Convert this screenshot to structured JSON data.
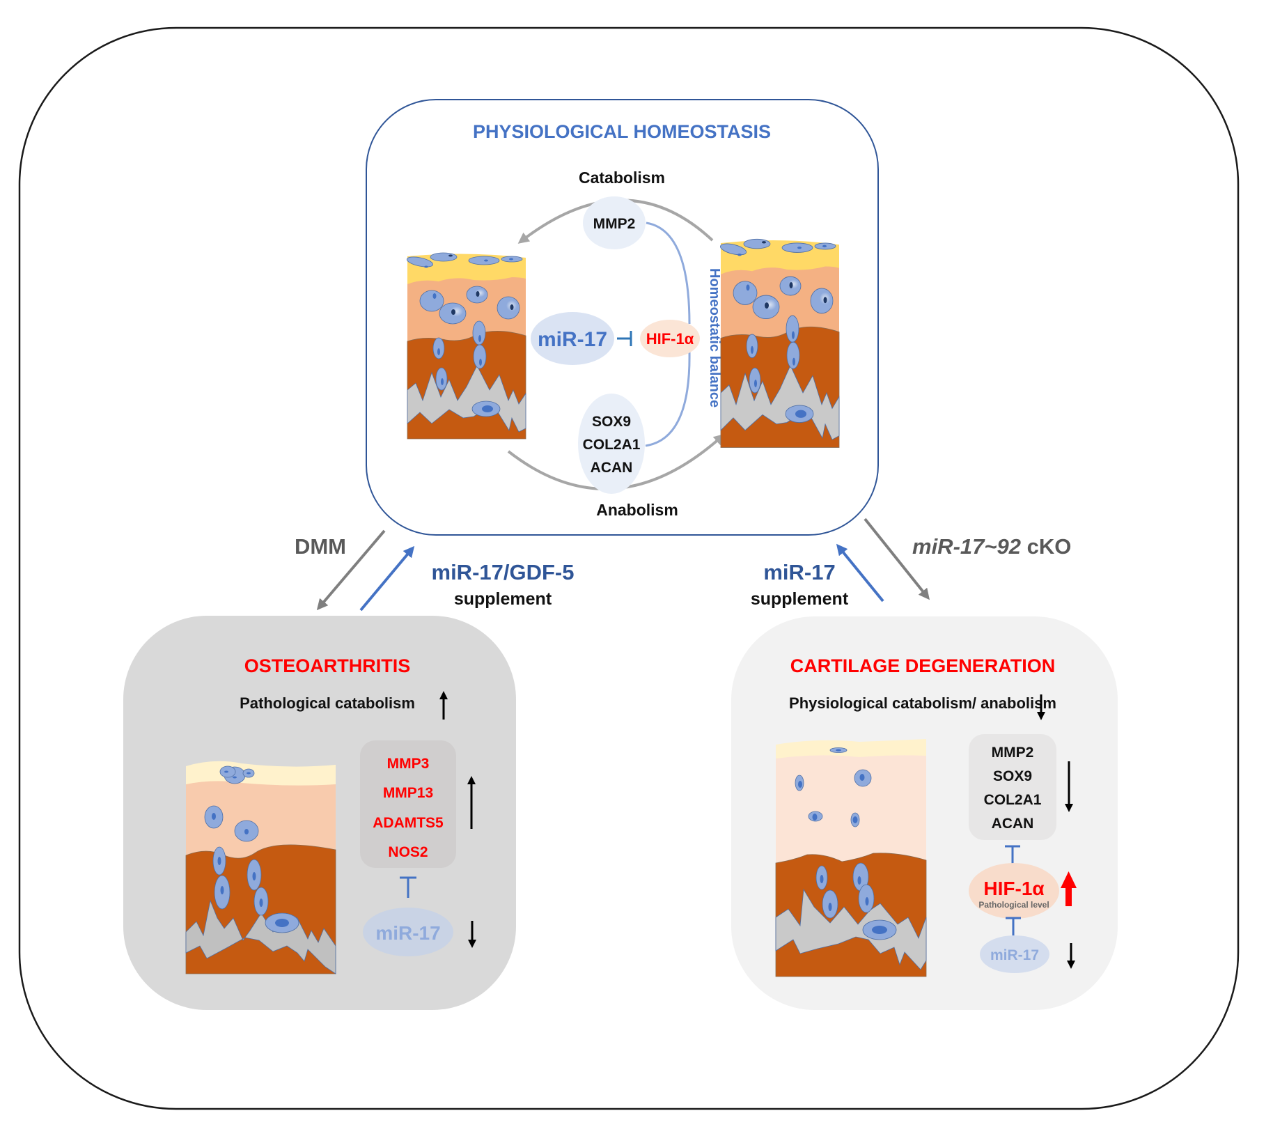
{
  "figure": {
    "colors": {
      "outer_border": "#1a1a1a",
      "homeostasis_border": "#2F5597",
      "oa_box_fill": "#D9D9D9",
      "cd_box_fill": "#F2F2F2",
      "accent_blue": "#4472C4",
      "accent_red": "#FF0000",
      "arrow_gray": "#7F7F7F",
      "mirna_fill": "#DAE3F3",
      "hif_fill": "#FBE5D6",
      "cell_fill": "#8FAADC",
      "nucleus_fill": "#4472C4"
    }
  },
  "homeostasis": {
    "title": "PHYSIOLOGICAL HOMEOSTASIS",
    "catabolism_label": "Catabolism",
    "anabolism_label": "Anabolism",
    "catabolic_gene": "MMP2",
    "anabolic_genes": [
      "SOX9",
      "COL2A1",
      "ACAN"
    ],
    "mirna": "miR-17",
    "target": "HIF-1α",
    "balance_label": "Homeostatic balance"
  },
  "transitions": {
    "left_down": "DMM",
    "left_up_line1": "miR-17/GDF-5",
    "left_up_line2": "supplement",
    "right_down": "miR-17~92 cKO",
    "right_down_italic": "miR-17~92",
    "right_down_suffix": " cKO",
    "right_up_line1": "miR-17",
    "right_up_line2": "supplement"
  },
  "osteoarthritis": {
    "title": "OSTEOARTHRITIS",
    "subtitle": "Pathological catabolism",
    "subtitle_trend": "up",
    "genes": [
      "MMP3",
      "MMP13",
      "ADAMTS5",
      "NOS2"
    ],
    "genes_trend": "up",
    "mirna": "miR-17",
    "mirna_trend": "down"
  },
  "cartilage_degeneration": {
    "title": "CARTILAGE DEGENERATION",
    "subtitle": "Physiological catabolism/ anabolism",
    "subtitle_trend": "down",
    "genes": [
      "MMP2",
      "SOX9",
      "COL2A1",
      "ACAN"
    ],
    "genes_trend": "down",
    "target": "HIF-1α",
    "target_note": "Pathological level",
    "target_trend": "up",
    "mirna": "miR-17",
    "mirna_trend": "down"
  }
}
